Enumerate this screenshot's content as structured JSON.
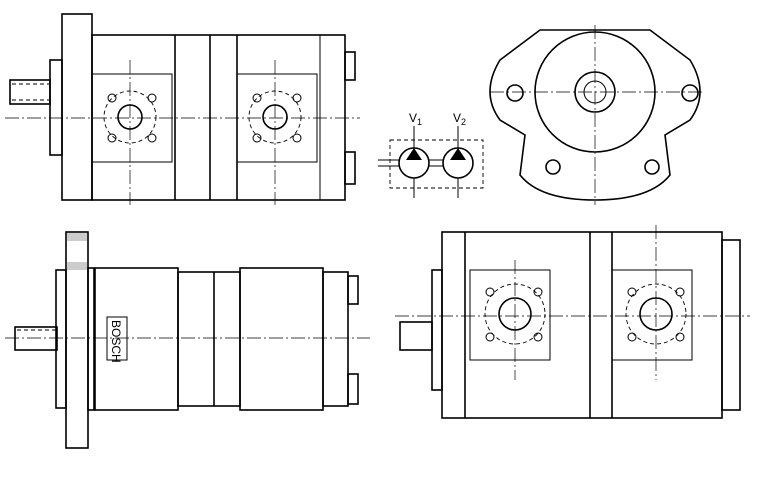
{
  "drawing": {
    "symbol_labels": {
      "v1_main": "V",
      "v1_sub": "1",
      "v2_main": "V",
      "v2_sub": "2"
    },
    "brand_label": "BOSCH",
    "line_color": "#000000"
  }
}
